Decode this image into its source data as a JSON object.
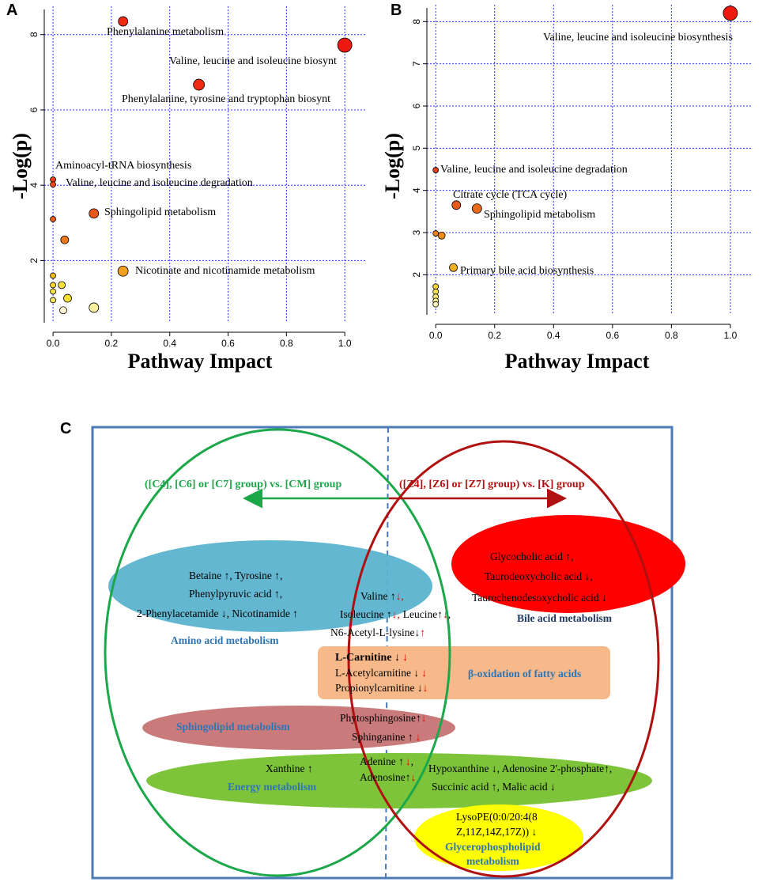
{
  "chart_data": [
    {
      "panel": "A",
      "type": "scatter",
      "xlabel": "Pathway Impact",
      "ylabel": "-Log(p)",
      "xlim": [
        -0.03,
        1.07
      ],
      "ylim": [
        0.35,
        8.75
      ],
      "xticks": [
        "0.0",
        "0.2",
        "0.4",
        "0.6",
        "0.8",
        "1.0"
      ],
      "yticks": [
        "2",
        "4",
        "6",
        "8"
      ],
      "grid": true,
      "points": [
        {
          "x": 0.24,
          "y": 8.35,
          "r": 6,
          "color": "#ee2a10",
          "label": "Phenylalanine metabolism"
        },
        {
          "x": 1.0,
          "y": 7.72,
          "r": 9,
          "color": "#ee1a10",
          "label": "Valine, leucine and isoleucine biosynt"
        },
        {
          "x": 0.5,
          "y": 6.67,
          "r": 7,
          "color": "#ee2a10",
          "label": "Phenylalanine, tyrosine and tryptophan biosynt"
        },
        {
          "x": 0.0,
          "y": 4.15,
          "r": 3.5,
          "color": "#e8401a",
          "label": "Aminoacyl-tRNA biosynthesis"
        },
        {
          "x": 0.0,
          "y": 4.02,
          "r": 3.5,
          "color": "#e84a1a",
          "label": "Valine, leucine and isoleucine degradation"
        },
        {
          "x": 0.14,
          "y": 3.25,
          "r": 6,
          "color": "#e8561a",
          "label": "Sphingolipid metabolism"
        },
        {
          "x": 0.0,
          "y": 3.1,
          "r": 3.5,
          "color": "#e8601a",
          "label": ""
        },
        {
          "x": 0.04,
          "y": 2.55,
          "r": 5,
          "color": "#ec7a1a",
          "label": ""
        },
        {
          "x": 0.24,
          "y": 1.72,
          "r": 6.5,
          "color": "#f0a020",
          "label": "Nicotinate and nicotinamide metabolism"
        },
        {
          "x": 0.0,
          "y": 1.6,
          "r": 3.5,
          "color": "#f2bc20",
          "label": ""
        },
        {
          "x": 0.0,
          "y": 1.35,
          "r": 3.5,
          "color": "#f6d830",
          "label": ""
        },
        {
          "x": 0.03,
          "y": 1.35,
          "r": 4.5,
          "color": "#f8e040",
          "label": ""
        },
        {
          "x": 0.0,
          "y": 1.18,
          "r": 3.5,
          "color": "#f8e448",
          "label": ""
        },
        {
          "x": 0.05,
          "y": 1.0,
          "r": 5,
          "color": "#f8e030",
          "label": ""
        },
        {
          "x": 0.0,
          "y": 0.95,
          "r": 3.5,
          "color": "#fae868",
          "label": ""
        },
        {
          "x": 0.14,
          "y": 0.75,
          "r": 6,
          "color": "#faf0a0",
          "label": ""
        },
        {
          "x": 0.035,
          "y": 0.68,
          "r": 4.5,
          "color": "#faf6d0",
          "label": ""
        }
      ]
    },
    {
      "panel": "B",
      "type": "scatter",
      "xlabel": "Pathway Impact",
      "ylabel": "-Log(p)",
      "xlim": [
        -0.03,
        1.07
      ],
      "ylim": [
        1.05,
        8.4
      ],
      "xticks": [
        "0.0",
        "0.2",
        "0.4",
        "0.6",
        "0.8",
        "1.0"
      ],
      "yticks": [
        "2",
        "3",
        "4",
        "5",
        "6",
        "7",
        "8"
      ],
      "grid": true,
      "points": [
        {
          "x": 1.0,
          "y": 8.2,
          "r": 9,
          "color": "#ee1a10",
          "label": "Valine, leucine and isoleucine biosynthesis"
        },
        {
          "x": 0.0,
          "y": 4.48,
          "r": 3.5,
          "color": "#e8401a",
          "label": "Valine, leucine and isoleucine degradation"
        },
        {
          "x": 0.07,
          "y": 3.65,
          "r": 5.5,
          "color": "#e85a1a",
          "label": "Citrate cycle (TCA cycle)"
        },
        {
          "x": 0.14,
          "y": 3.57,
          "r": 6,
          "color": "#e86a1a",
          "label": "Sphingolipid metabolism"
        },
        {
          "x": 0.0,
          "y": 2.98,
          "r": 3.5,
          "color": "#ec801a",
          "label": ""
        },
        {
          "x": 0.02,
          "y": 2.93,
          "r": 4.5,
          "color": "#ec8a1a",
          "label": ""
        },
        {
          "x": 0.06,
          "y": 2.17,
          "r": 5,
          "color": "#f0b020",
          "label": "Primary bile acid biosynthesis"
        },
        {
          "x": 0.0,
          "y": 1.72,
          "r": 3.5,
          "color": "#f6d830",
          "label": ""
        },
        {
          "x": 0.0,
          "y": 1.6,
          "r": 3.5,
          "color": "#f8e050",
          "label": ""
        },
        {
          "x": 0.0,
          "y": 1.48,
          "r": 3.5,
          "color": "#fae870",
          "label": ""
        },
        {
          "x": 0.0,
          "y": 1.38,
          "r": 3.5,
          "color": "#faee90",
          "label": ""
        },
        {
          "x": 0.0,
          "y": 1.3,
          "r": 3.5,
          "color": "#faf4b8",
          "label": ""
        }
      ]
    }
  ],
  "panels": {
    "a": "A",
    "b": "B",
    "c": "C"
  },
  "diagram": {
    "left_group": "([C4], [C6] or [C7] group) vs. [CM]  group",
    "right_group": "([Z4], [Z6] or [Z7] group) vs. [K] group",
    "amino": {
      "items": [
        "Betaine ↑, Tyrosine ↑,",
        "Phenylpyruvic acid ↑,",
        "2-Phenylacetamide ↓, Nicotinamide ↑"
      ],
      "label": "Amino  acid metabolism"
    },
    "shared_amino": {
      "valine": "Valine  ↑",
      "isoleucine": "Isoleucine ↑",
      "leucine": "Leucine↑",
      "n6": "N6-Acetyl-L-lysine↓",
      "red_up": "↑",
      "red_down": "↓",
      "comma": ","
    },
    "bile": {
      "items": [
        "Glycocholic  acid ↑,",
        "Taurodeoxycholic acid ↓,",
        "Taurochenodesoxycholic acid ↓"
      ],
      "label": "Bile acid metabolism"
    },
    "beta": {
      "items": [
        "L-Carnitine  ↓",
        "L-Acetylcarnitine ↓",
        "Propionylcarnitine  ↓"
      ],
      "label": "β-oxidation  of fatty acids"
    },
    "sphingo": {
      "label": "Sphingolipid  metabolism",
      "items": [
        "Phytosphingosine↑",
        "Sphinganine ↑"
      ]
    },
    "energy": {
      "xanthine": "Xanthine ↑",
      "label": "Energy  metabolism",
      "adenine": "Adenine ↑",
      "adenosine": "Adenosine↑",
      "right1": "Hypoxanthine ↓, Adenosine 2'-phosphate↑,",
      "right2": "Succinic acid ↑, Malic acid ↓"
    },
    "glycero": {
      "items": [
        "LysoPE(0:0/20:4(8",
        "Z,11Z,14Z,17Z))  ↓"
      ],
      "label1": "Glycerophospholipid",
      "label2": "metabolism"
    }
  }
}
